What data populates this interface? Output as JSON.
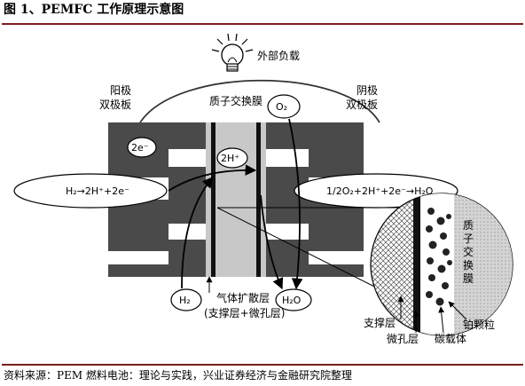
{
  "header": {
    "title": "图 1、PEMFC 工作原理示意图"
  },
  "footer": {
    "source": "资料来源：PEM 燃料电池：理论与实践，兴业证券经济与金融研究院整理"
  },
  "diagram": {
    "external_load": "外部负载",
    "anode_line1": "阳极",
    "anode_line2": "双极板",
    "cathode_line1": "阴极",
    "cathode_line2": "双极板",
    "membrane": "质子交换膜",
    "electrons": "2e⁻",
    "protons": "2H⁺",
    "anode_reaction": "H₂→2H⁺+2e⁻",
    "cathode_reaction": "1/2O₂+2H⁺+2e⁻→H₂O",
    "hydrogen": "H₂",
    "oxygen": "O₂",
    "water": "H₂O",
    "gdl_line1": "气体扩散层",
    "gdl_line2": "(支撑层+微孔层)",
    "zoom_membrane": [
      "质",
      "子",
      "交",
      "换",
      "膜"
    ],
    "support_layer": "支撑层",
    "microporous_layer": "微孔层",
    "carbon_support": "碳载体",
    "pt_particles": "铂颗粒"
  },
  "colors": {
    "plate": "#4a4a4a",
    "membrane": "#c8c8c8",
    "accent_rule": "#7a1f1f"
  }
}
